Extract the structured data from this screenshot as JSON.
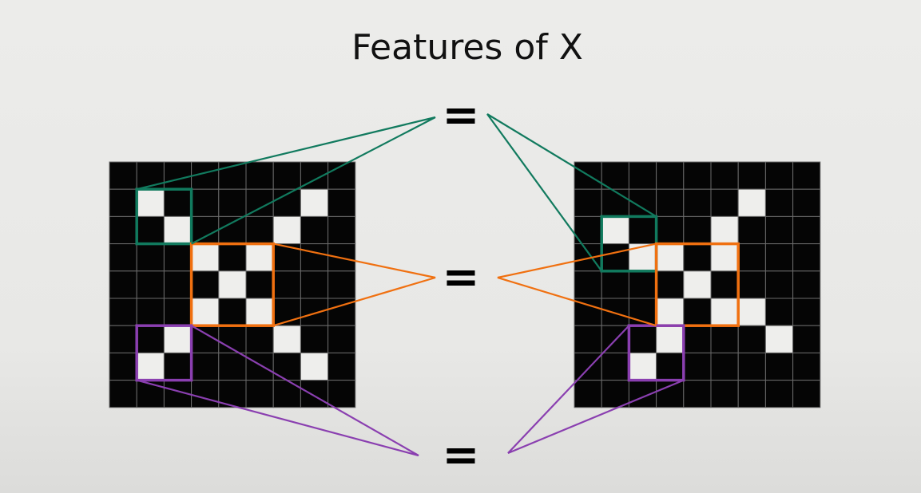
{
  "title": "Features of X",
  "equals_symbol": "=",
  "colors": {
    "green": "#117a5e",
    "orange": "#f07010",
    "purple": "#8a3fb0",
    "cell_on": "#eeeeec",
    "cell_off": "#050505",
    "grid": "#6a6a6a"
  },
  "grids": [
    {
      "name": "left-grid",
      "size": 9,
      "white_cells": [
        [
          1,
          1
        ],
        [
          1,
          7
        ],
        [
          2,
          2
        ],
        [
          2,
          6
        ],
        [
          3,
          3
        ],
        [
          3,
          5
        ],
        [
          4,
          4
        ],
        [
          5,
          3
        ],
        [
          5,
          5
        ],
        [
          6,
          2
        ],
        [
          6,
          6
        ],
        [
          7,
          1
        ],
        [
          7,
          7
        ]
      ],
      "boxes": {
        "green": [
          1,
          1,
          2
        ],
        "orange": [
          3,
          3,
          3
        ],
        "purple": [
          6,
          1,
          2
        ]
      }
    },
    {
      "name": "right-grid",
      "size": 9,
      "white_cells": [
        [
          1,
          6
        ],
        [
          2,
          1
        ],
        [
          2,
          5
        ],
        [
          3,
          2
        ],
        [
          3,
          3
        ],
        [
          3,
          5
        ],
        [
          4,
          4
        ],
        [
          5,
          3
        ],
        [
          5,
          5
        ],
        [
          5,
          6
        ],
        [
          6,
          3
        ],
        [
          6,
          7
        ],
        [
          7,
          2
        ]
      ],
      "boxes": {
        "green": [
          2,
          1,
          2
        ],
        "orange": [
          3,
          3,
          3
        ],
        "purple": [
          6,
          2,
          2
        ]
      }
    }
  ]
}
